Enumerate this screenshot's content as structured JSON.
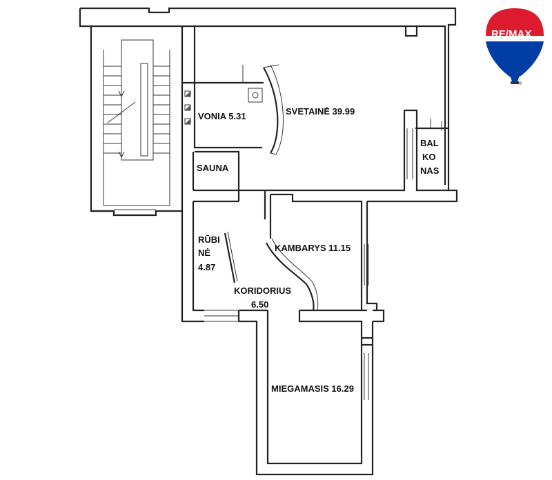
{
  "rooms": {
    "vonia": "VONIA 5.31",
    "svetaine": "SVETAINĖ 39.99",
    "balkonas": [
      "BAL",
      "KO",
      "NAS"
    ],
    "sauna": "SAUNA",
    "rubine": [
      "RŪBI",
      "NĖ",
      "4.87"
    ],
    "kambarys": "KAMBARYS 11.15",
    "koridorius": [
      "KORIDORIUS",
      "6.50"
    ],
    "miegamasis": "MIEGAMASIS 16.29"
  },
  "logo": {
    "brand": "RE/MAX",
    "colors": {
      "red": "#dc1c2e",
      "blue": "#003da5",
      "white": "#ffffff"
    },
    "mark": "®"
  }
}
